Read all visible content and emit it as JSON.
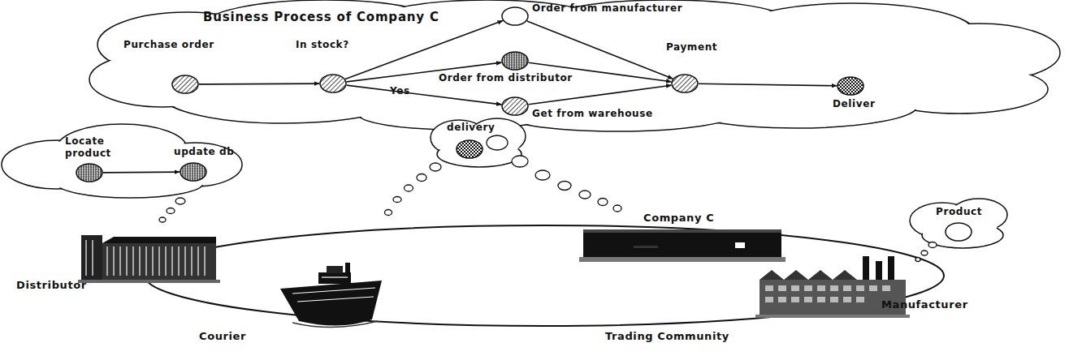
{
  "diagram": {
    "title": "Business Process of Company C",
    "nodes": [
      {
        "text": [
          "Purchase order"
        ]
      },
      {
        "text": [
          "In stock?"
        ]
      },
      {
        "text": [
          "Order from manufacturer"
        ]
      },
      {
        "text": [
          "Order from distributor"
        ]
      },
      {
        "text": [
          "Get from warehouse"
        ]
      },
      {
        "text": [
          "Payment"
        ]
      },
      {
        "text": [
          "Deliver"
        ]
      },
      {
        "text": [
          "Locate product"
        ]
      },
      {
        "text": [
          "update db"
        ]
      },
      {
        "text": [
          "Product"
        ]
      },
      {
        "text": [
          "delivery"
        ]
      }
    ],
    "edges": [
      {
        "from": 0,
        "to": 1,
        "arrow": "to"
      },
      {
        "from": 1,
        "to": 2,
        "arrow": "to"
      },
      {
        "from": 1,
        "to": 3,
        "arrow": "to"
      },
      {
        "from": 1,
        "to": 4,
        "label": "Yes",
        "arrow": "to"
      },
      {
        "from": 2,
        "to": 5,
        "arrow": "to"
      },
      {
        "from": 3,
        "to": 5,
        "arrow": "to"
      },
      {
        "from": 4,
        "to": 5,
        "arrow": "to"
      },
      {
        "from": 5,
        "to": 6,
        "arrow": "to"
      },
      {
        "from": 7,
        "to": 8,
        "arrow": "to"
      }
    ],
    "labels": [
      "Company C",
      "Distributor",
      "Courier",
      "Manufacturer",
      "Trading Community"
    ]
  }
}
